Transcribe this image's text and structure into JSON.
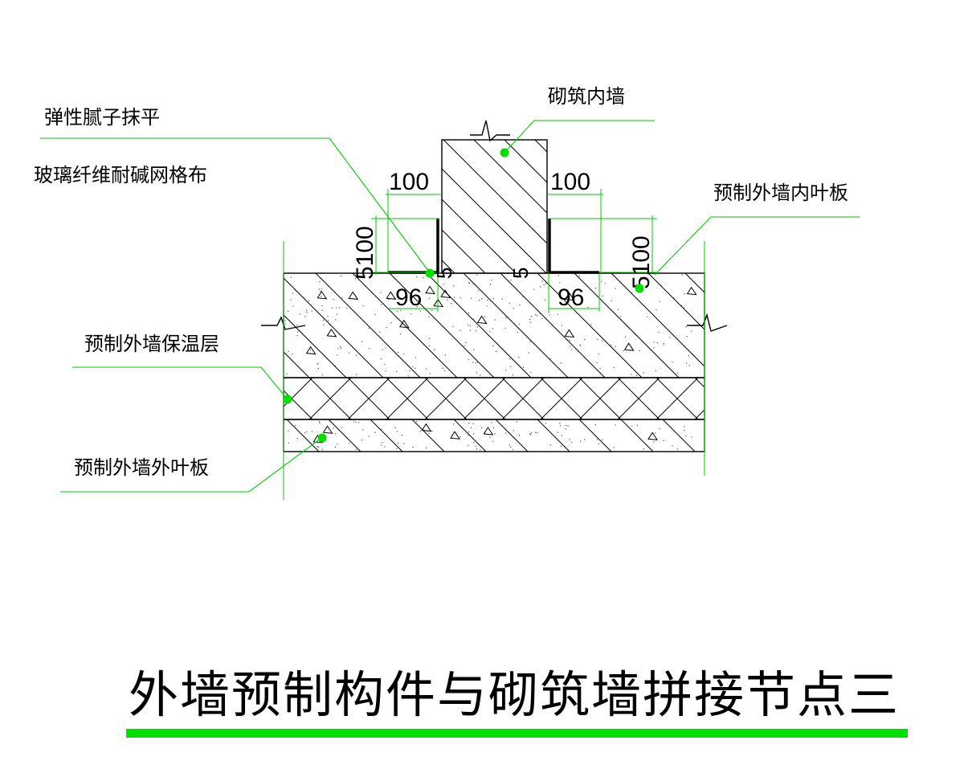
{
  "labels": {
    "putty": "弹性腻子抹平",
    "mesh": "玻璃纤维耐碱网格布",
    "masonry_wall": "砌筑内墙",
    "inner_leaf": "预制外墙内叶板",
    "insulation": "预制外墙保温层",
    "outer_leaf": "预制外墙外叶板"
  },
  "dimensions": {
    "left_top": "100",
    "right_top": "100",
    "left_vertical": "5100",
    "right_vertical": "5100",
    "left_bottom": "96",
    "right_bottom": "96",
    "gap_left": "5",
    "gap_right": "5"
  },
  "title": "外墙预制构件与砌筑墙拼接节点三",
  "colors": {
    "leader": "#00c800",
    "dot": "#00e000",
    "title_underline": "#00e000",
    "lines": "#000000"
  }
}
